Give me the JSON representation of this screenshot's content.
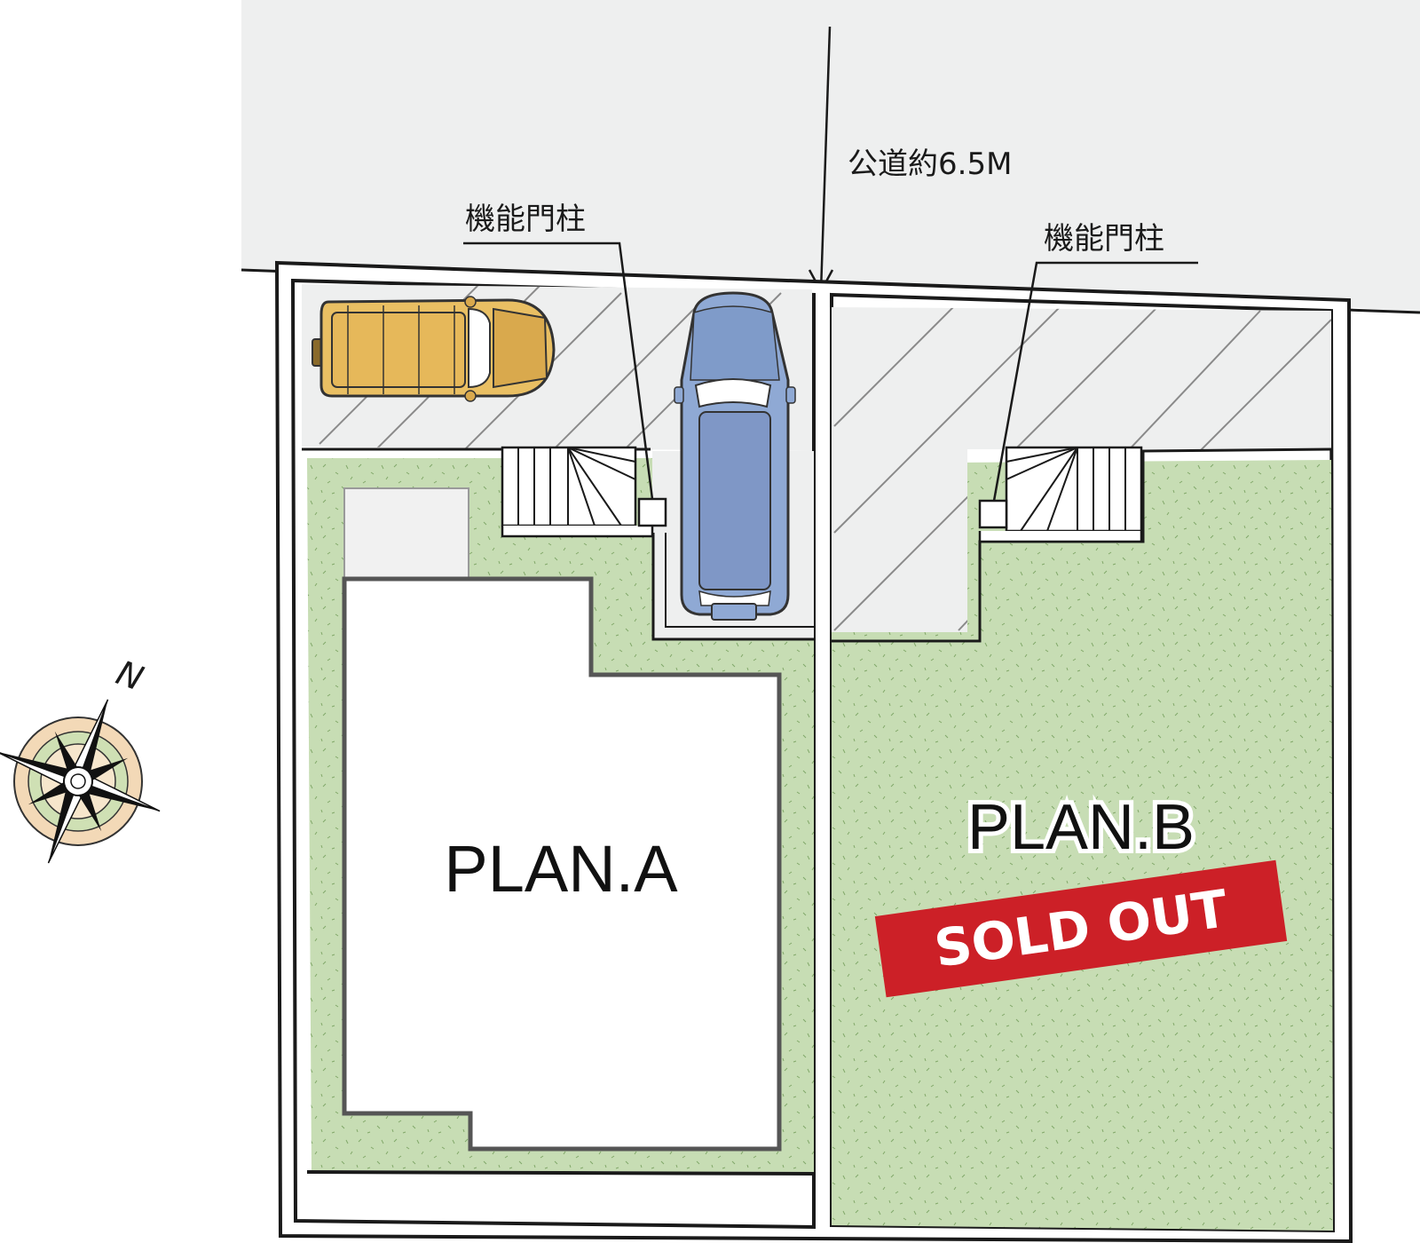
{
  "road": {
    "label": "公道約6.5M"
  },
  "gate_post_a": {
    "label": "機能門柱"
  },
  "gate_post_b": {
    "label": "機能門柱"
  },
  "plan_a": {
    "label": "PLAN.A"
  },
  "plan_b": {
    "label": "PLAN.B",
    "status": "SOLD OUT"
  },
  "compass": {
    "north_label": "N"
  },
  "colors": {
    "road": "#eeefef",
    "lawn": "#c7ddb4",
    "sold_badge": "#cc2027",
    "car_yellow": "#e9bf63",
    "car_blue": "#8fa9d4"
  }
}
